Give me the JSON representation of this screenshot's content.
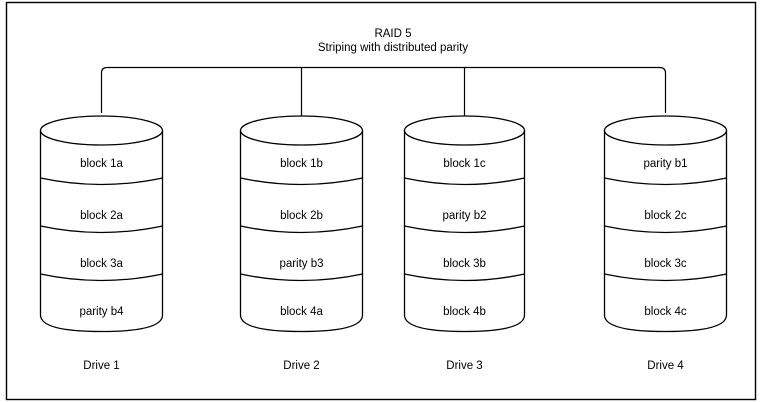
{
  "diagram": {
    "title_line1": "RAID 5",
    "title_line2": "Striping with distributed parity",
    "stroke_color": "#000000",
    "background_color": "#ffffff",
    "drives": [
      {
        "label": "Drive 1",
        "blocks": [
          "block 1a",
          "block 2a",
          "block 3a",
          "parity b4"
        ]
      },
      {
        "label": "Drive 2",
        "blocks": [
          "block 1b",
          "block 2b",
          "parity b3",
          "block 4a"
        ]
      },
      {
        "label": "Drive 3",
        "blocks": [
          "block 1c",
          "parity b2",
          "block 3b",
          "block 4b"
        ]
      },
      {
        "label": "Drive 4",
        "blocks": [
          "parity b1",
          "block 2c",
          "block 3c",
          "block 4c"
        ]
      }
    ]
  }
}
